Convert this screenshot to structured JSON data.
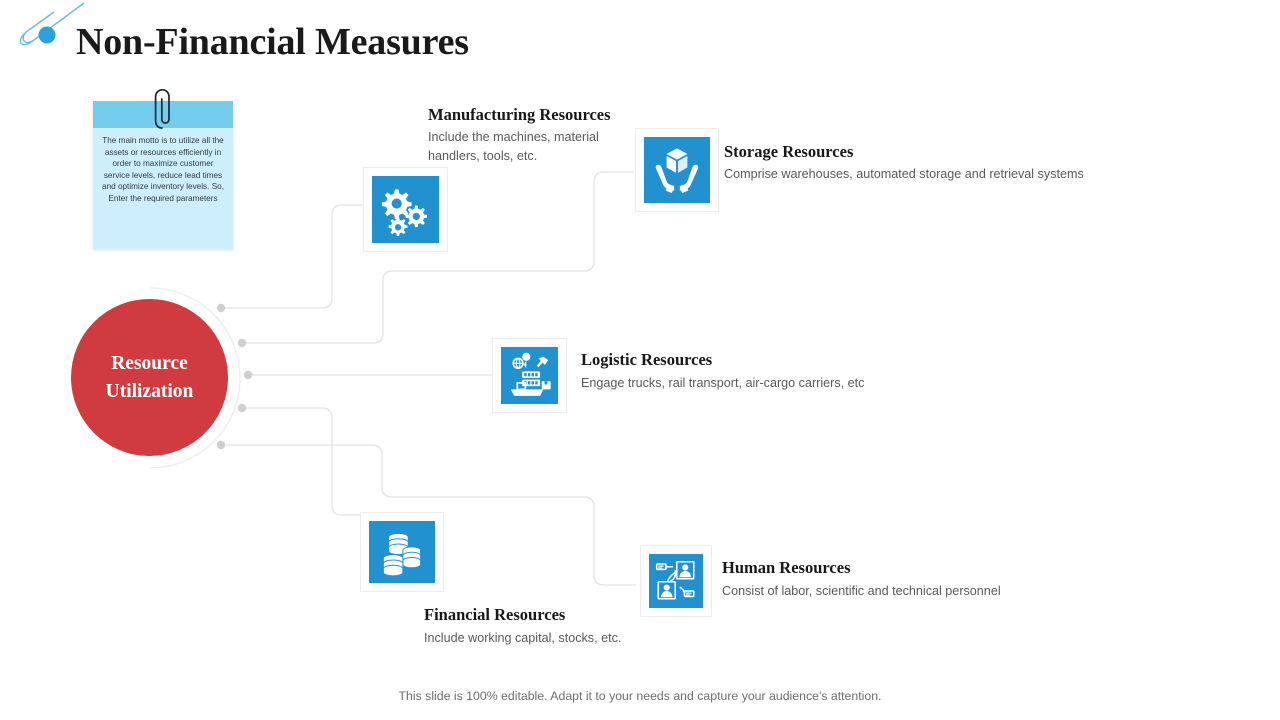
{
  "slide": {
    "title": "Non-Financial Measures",
    "footer": "This slide is 100% editable. Adapt it to your needs and capture your audience's attention."
  },
  "note": {
    "text": "The  main motto is to utilize all the assets or resources efficiently in order to maximize customer service levels, reduce lead times and optimize inventory levels. So, Enter the required  parameters"
  },
  "hub": {
    "line1": "Resource",
    "line2": "Utilization"
  },
  "items": [
    {
      "title": "Manufacturing Resources",
      "desc": "Include the machines, material handlers, tools, etc.",
      "icon": "gears-icon"
    },
    {
      "title": "Storage Resources",
      "desc": "Comprise warehouses, automated storage and retrieval systems",
      "icon": "hands-holding-box-icon"
    },
    {
      "title": "Logistic Resources",
      "desc": "Engage trucks, rail transport, air-cargo carriers, etc",
      "icon": "global-logistics-icon"
    },
    {
      "title": "Financial Resources",
      "desc": "Include working capital, stocks, etc.",
      "icon": "coins-stack-icon"
    },
    {
      "title": "Human Resources",
      "desc": "Consist of labor, scientific and technical personnel",
      "icon": "people-network-icon"
    }
  ],
  "colors": {
    "accent_blue": "#2191d0",
    "hub_red": "#cf3b3e",
    "note_body": "#cdeefb",
    "note_band": "#74cdec",
    "connector": "#e3e3e3"
  }
}
